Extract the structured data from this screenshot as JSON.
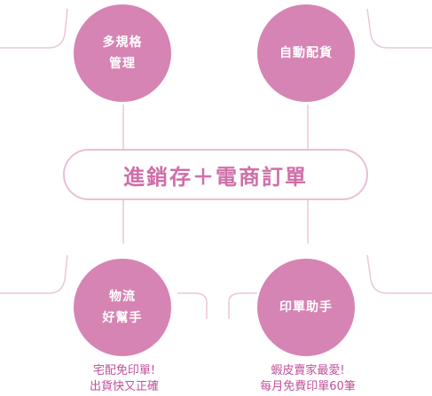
{
  "title": "進銷存＋電商訂單",
  "nodes": {
    "top_left": {
      "line1": "多規格",
      "line2": "管理"
    },
    "top_right": {
      "line1": "自動配貨"
    },
    "bottom_left": {
      "line1": "物流",
      "line2": "好幫手"
    },
    "bottom_right": {
      "line1": "印單助手"
    }
  },
  "captions": {
    "bottom_left": {
      "line1": "宅配免印單!",
      "line2": "出貨快又正確"
    },
    "bottom_right": {
      "line1": "蝦皮賣家最愛!",
      "line2": "每月免費印單60筆"
    }
  },
  "colors": {
    "node_fill": "#d684b4",
    "connector": "#ebc6dc",
    "title_text": "#cf6fa8",
    "caption_text": "#c0509a"
  }
}
